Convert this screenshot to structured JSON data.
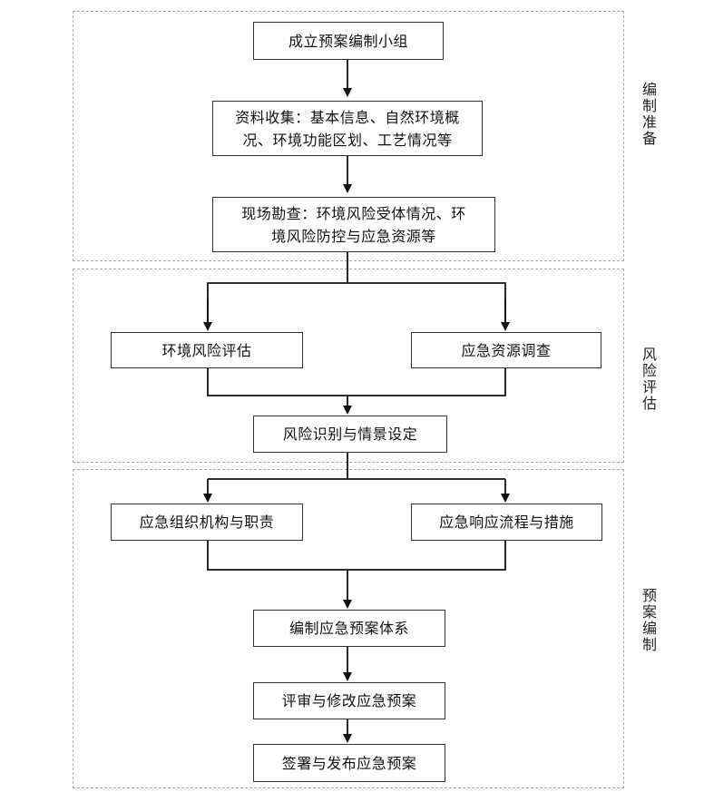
{
  "sections": [
    {
      "id": "prep",
      "label": "编制准备"
    },
    {
      "id": "risk",
      "label": "风险评估"
    },
    {
      "id": "plan",
      "label": "预案编制"
    }
  ],
  "nodes": {
    "n1": "成立预案编制小组",
    "n2": [
      "资料收集：基本信息、自然环境概",
      "况、环境功能区划、工艺情况等"
    ],
    "n3": [
      "现场勘查：环境风险受体情况、环",
      "境风险防控与应急资源等"
    ],
    "n4": "环境风险评估",
    "n5": "应急资源调查",
    "n6": "风险识别与情景设定",
    "n7": "应急组织机构与职责",
    "n8": "应急响应流程与措施",
    "n9": "编制应急预案体系",
    "n10": "评审与修改应急预案",
    "n11": "签署与发布应急预案"
  }
}
